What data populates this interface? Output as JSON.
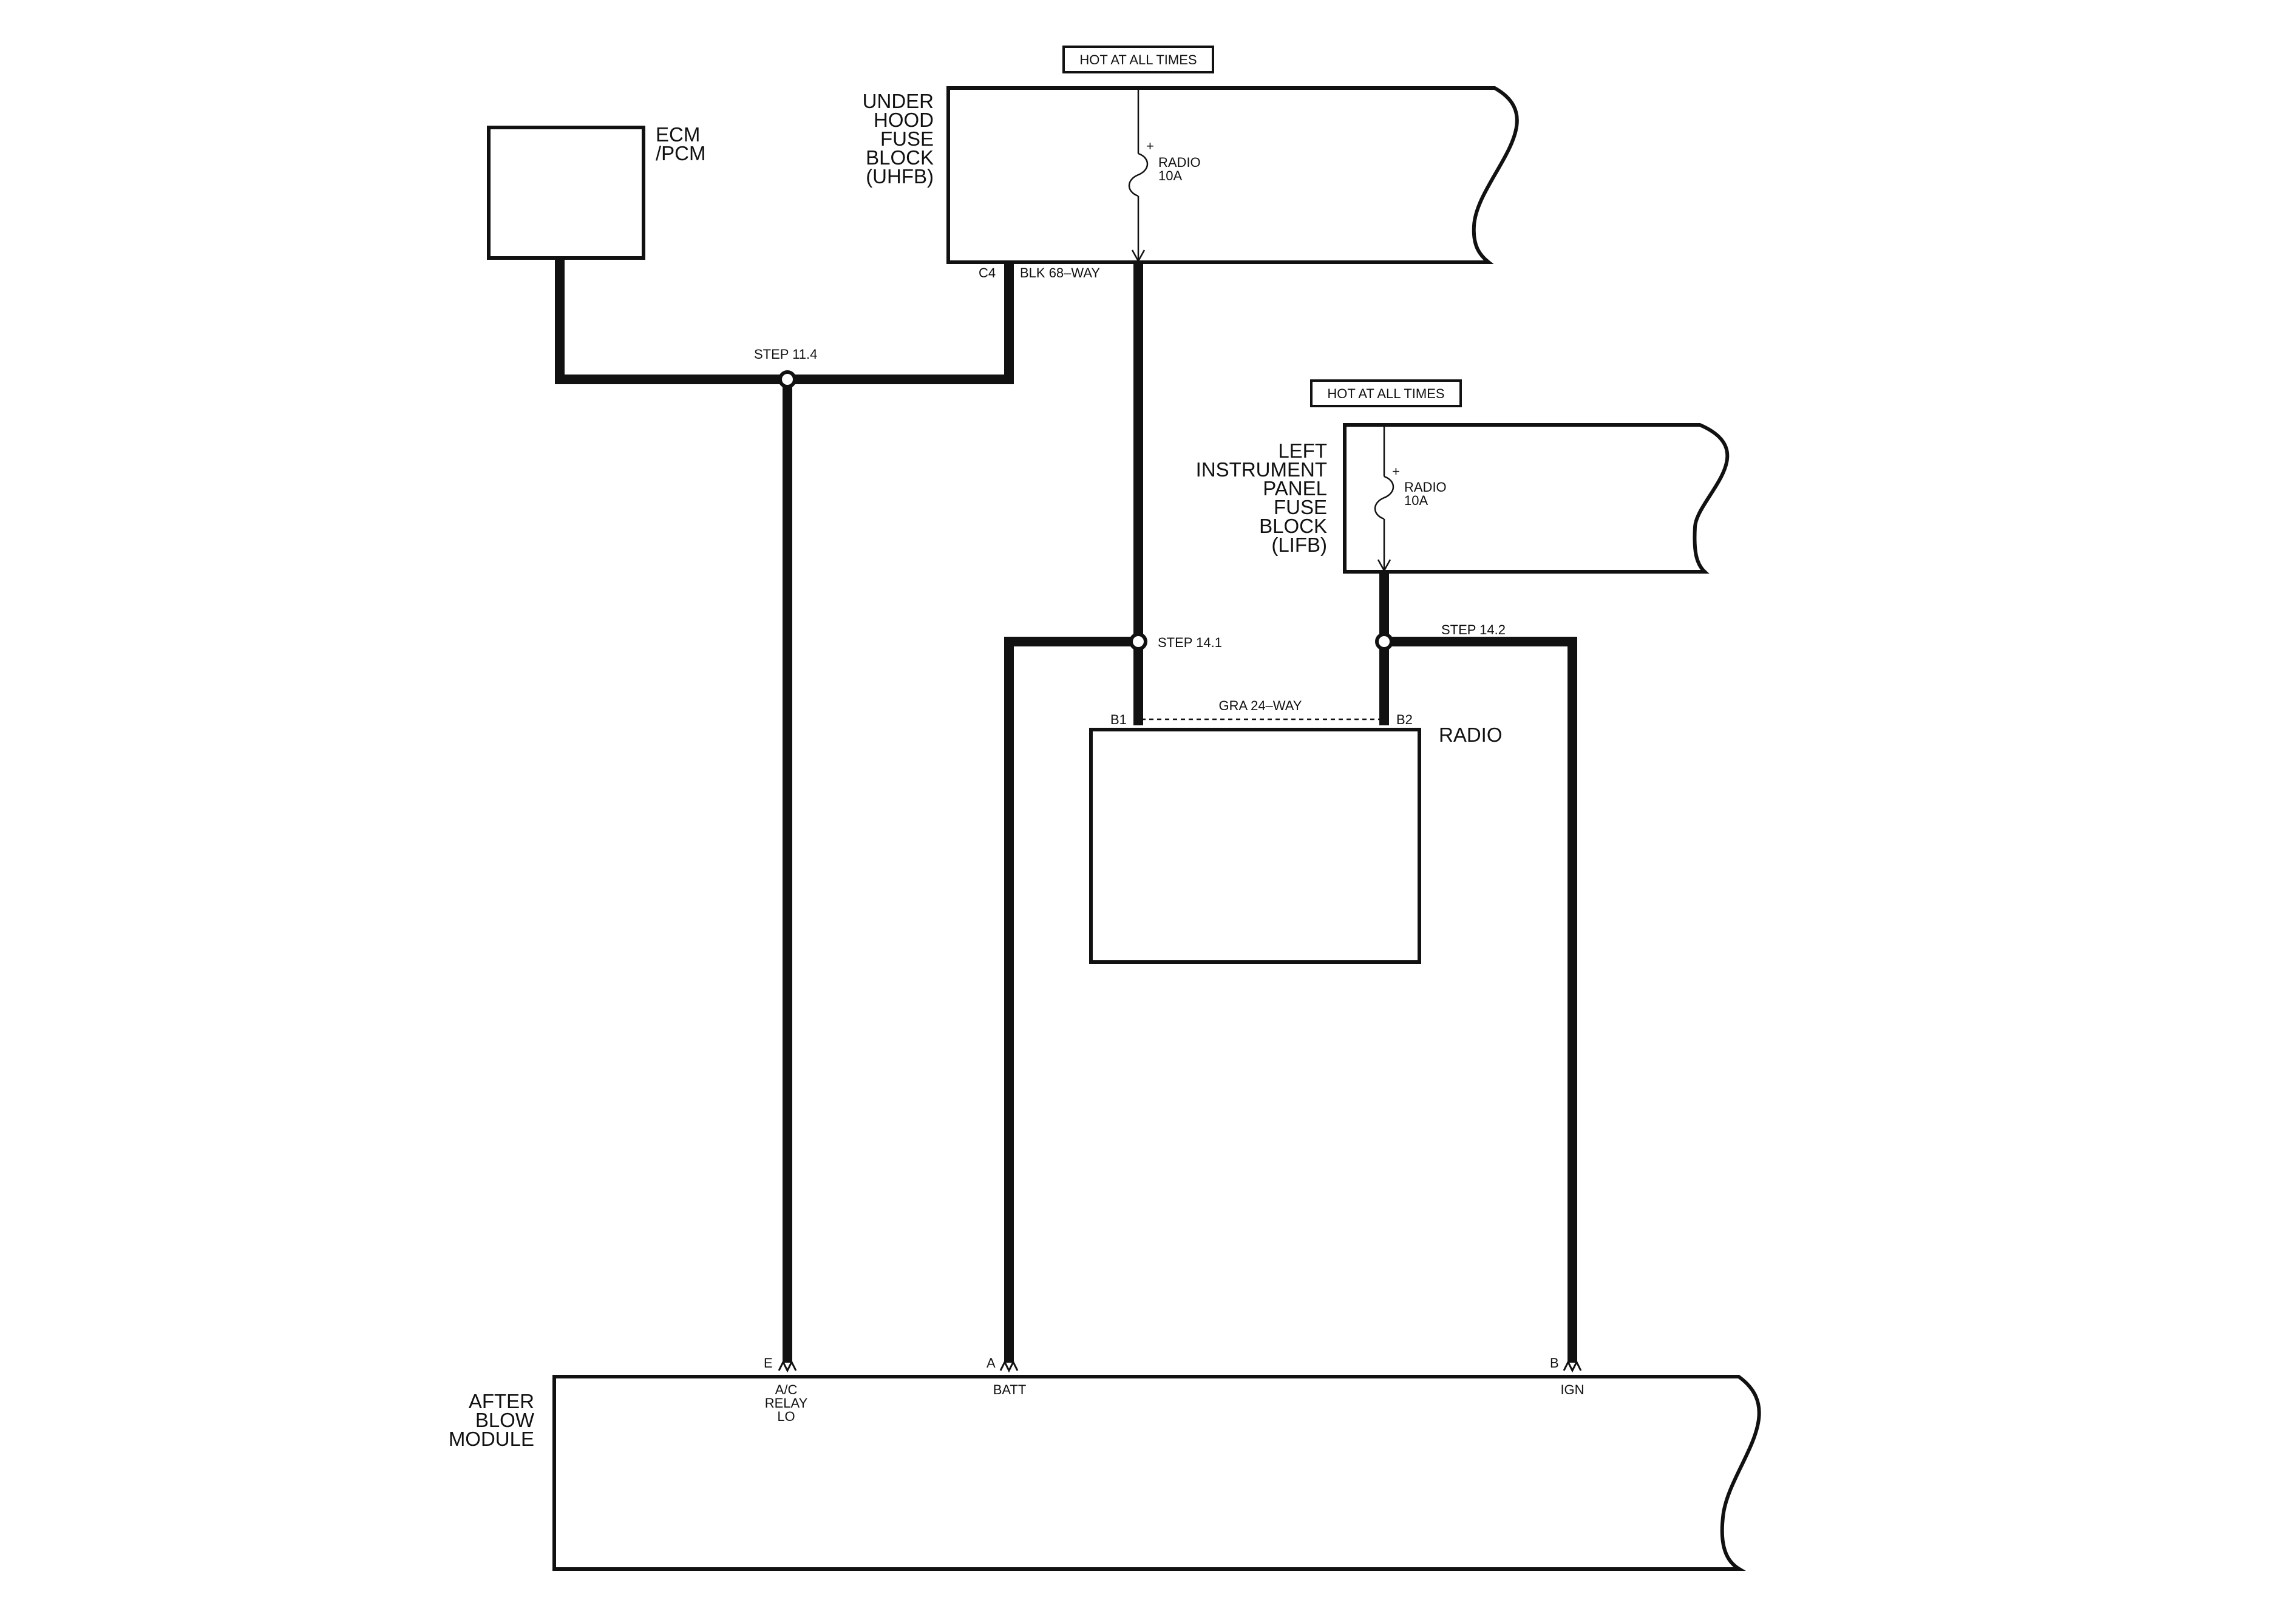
{
  "components": {
    "ecm": {
      "line1": "ECM",
      "line2": "/PCM"
    },
    "uhfb": {
      "lines": [
        "UNDER",
        "HOOD",
        "FUSE",
        "BLOCK",
        "(UHFB)"
      ],
      "hot_label": "HOT AT ALL TIMES",
      "fuse_name": "RADIO",
      "fuse_rating": "10A",
      "connector_id": "C4",
      "connector_desc": "BLK 68–WAY"
    },
    "lifb": {
      "lines": [
        "LEFT",
        "INSTRUMENT",
        "PANEL",
        "FUSE",
        "BLOCK",
        "(LIFB)"
      ],
      "hot_label": "HOT AT ALL TIMES",
      "fuse_name": "RADIO",
      "fuse_rating": "10A"
    },
    "radio": {
      "name": "RADIO",
      "connector_desc": "GRA 24–WAY",
      "pin_b1": "B1",
      "pin_b2": "B2"
    },
    "afterblow": {
      "lines": [
        "AFTER",
        "BLOW",
        "MODULE"
      ],
      "pins": {
        "e": {
          "id": "E",
          "label": [
            "A/C",
            "RELAY",
            "LO"
          ]
        },
        "a": {
          "id": "A",
          "label": [
            "BATT"
          ]
        },
        "b": {
          "id": "B",
          "label": [
            "IGN"
          ]
        }
      }
    }
  },
  "steps": {
    "s11_4": "STEP 11.4",
    "s14_1": "STEP 14.1",
    "s14_2": "STEP 14.2"
  },
  "colors": {
    "line": "#111111",
    "background": "#ffffff"
  }
}
